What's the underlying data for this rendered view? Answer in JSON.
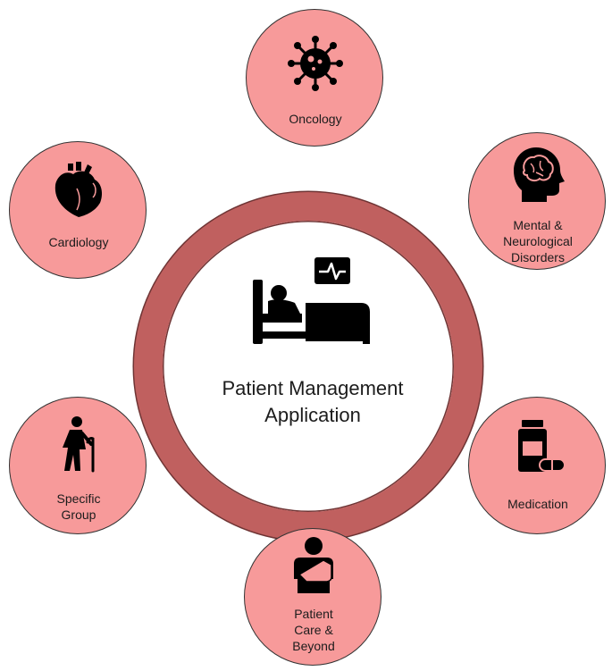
{
  "center": {
    "title": "Patient Management\nApplication",
    "icon": "hospital-bed-monitor-icon"
  },
  "nodes": [
    {
      "label": "Oncology",
      "icon": "virus-icon"
    },
    {
      "label": "Mental &\nNeurological\nDisorders",
      "icon": "brain-head-icon"
    },
    {
      "label": "Medication",
      "icon": "pill-bottle-icon"
    },
    {
      "label": "Patient\nCare &\nBeyond",
      "icon": "arm-sling-icon"
    },
    {
      "label": "Specific\nGroup",
      "icon": "elderly-person-icon"
    },
    {
      "label": "Cardiology",
      "icon": "heart-icon"
    }
  ],
  "colors": {
    "ring": "#c0605f",
    "node_fill": "#f79a9a",
    "text": "#1c1c1c",
    "icon": "#000000"
  }
}
